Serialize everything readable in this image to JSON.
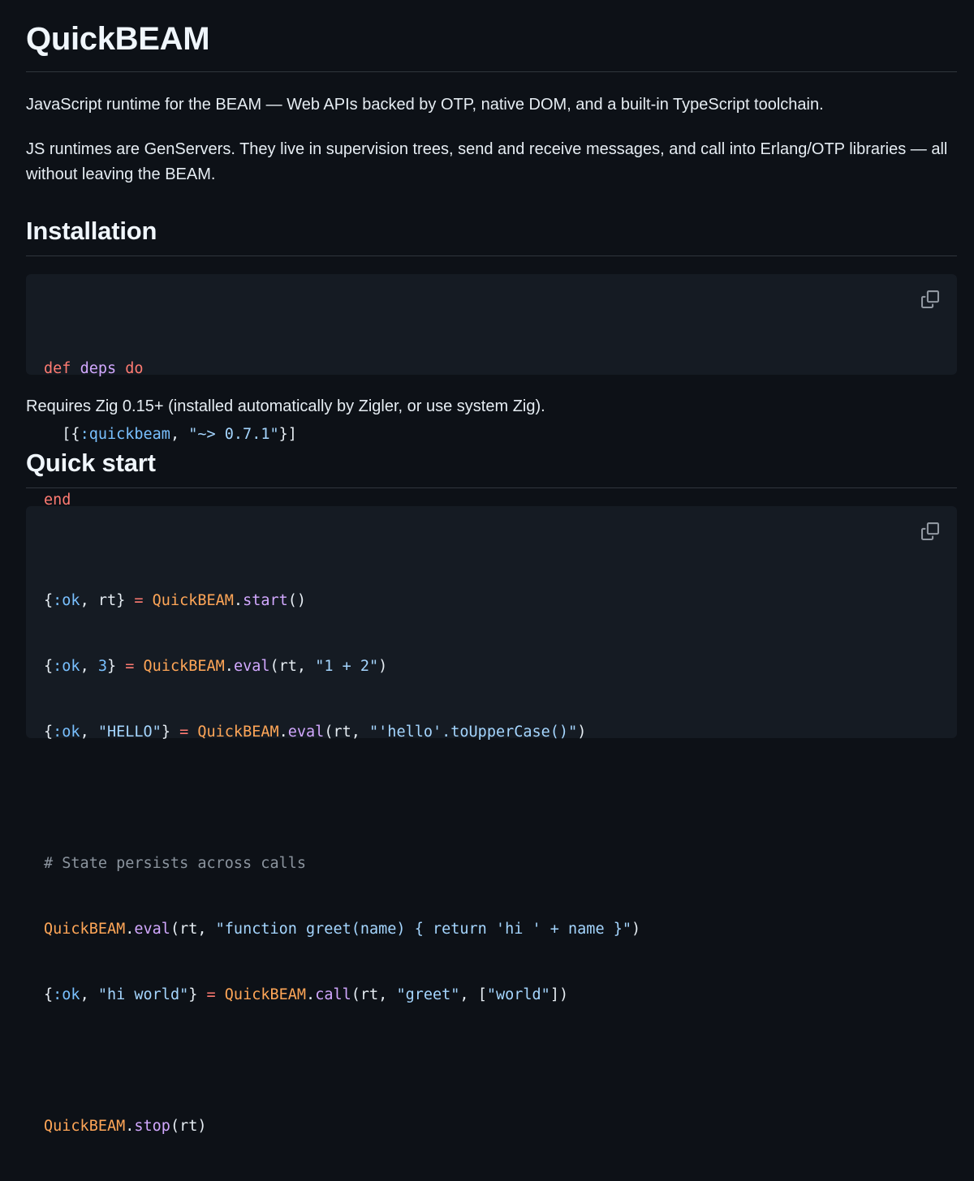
{
  "title": "QuickBEAM",
  "intro": {
    "p1": "JavaScript runtime for the BEAM — Web APIs backed by OTP, native DOM, and a built-in TypeScript toolchain.",
    "p2": "JS runtimes are GenServers. They live in supervision trees, send and receive messages, and call into Erlang/OTP libraries — all without leaving the BEAM."
  },
  "installation": {
    "heading": "Installation",
    "code": {
      "l1": [
        "def",
        "deps",
        "do"
      ],
      "l2": [
        "[{",
        ":quickbeam",
        ", ",
        "\"~> 0.7.1\"",
        "}]"
      ],
      "l3": [
        "end"
      ]
    },
    "note": "Requires Zig 0.15+ (installed automatically by Zigler, or use system Zig)."
  },
  "quick_start": {
    "heading": "Quick start",
    "code": {
      "l1": [
        "{",
        ":ok",
        ", rt} ",
        "=",
        "QuickBEAM",
        ".",
        "start",
        "()"
      ],
      "l2": [
        "{",
        ":ok",
        ", ",
        "3",
        "} ",
        "=",
        "QuickBEAM",
        ".",
        "eval",
        "(rt, ",
        "\"1 + 2\"",
        ")"
      ],
      "l3": [
        "{",
        ":ok",
        ", ",
        "\"HELLO\"",
        "} ",
        "=",
        "QuickBEAM",
        ".",
        "eval",
        "(rt, ",
        "\"'hello'.toUpperCase()\"",
        ")"
      ],
      "l5": "# State persists across calls",
      "l6": [
        "QuickBEAM",
        ".",
        "eval",
        "(rt, ",
        "\"function greet(name) { return 'hi ' + name }\"",
        ")"
      ],
      "l7": [
        "{",
        ":ok",
        ", ",
        "\"hi world\"",
        "} ",
        "=",
        "QuickBEAM",
        ".",
        "call",
        "(rt, ",
        "\"greet\"",
        ", [",
        "\"world\"",
        "])"
      ],
      "l9": [
        "QuickBEAM",
        ".",
        "stop",
        "(rt)"
      ]
    }
  },
  "icons": {
    "copy": "copy-icon"
  },
  "colors": {
    "background": "#0d1117",
    "code_background": "#151b23",
    "keyword": "#ff7b72",
    "function": "#d2a8ff",
    "atom": "#79c0ff",
    "string": "#a5d6ff",
    "module": "#ffa657",
    "comment": "#8b949e"
  }
}
